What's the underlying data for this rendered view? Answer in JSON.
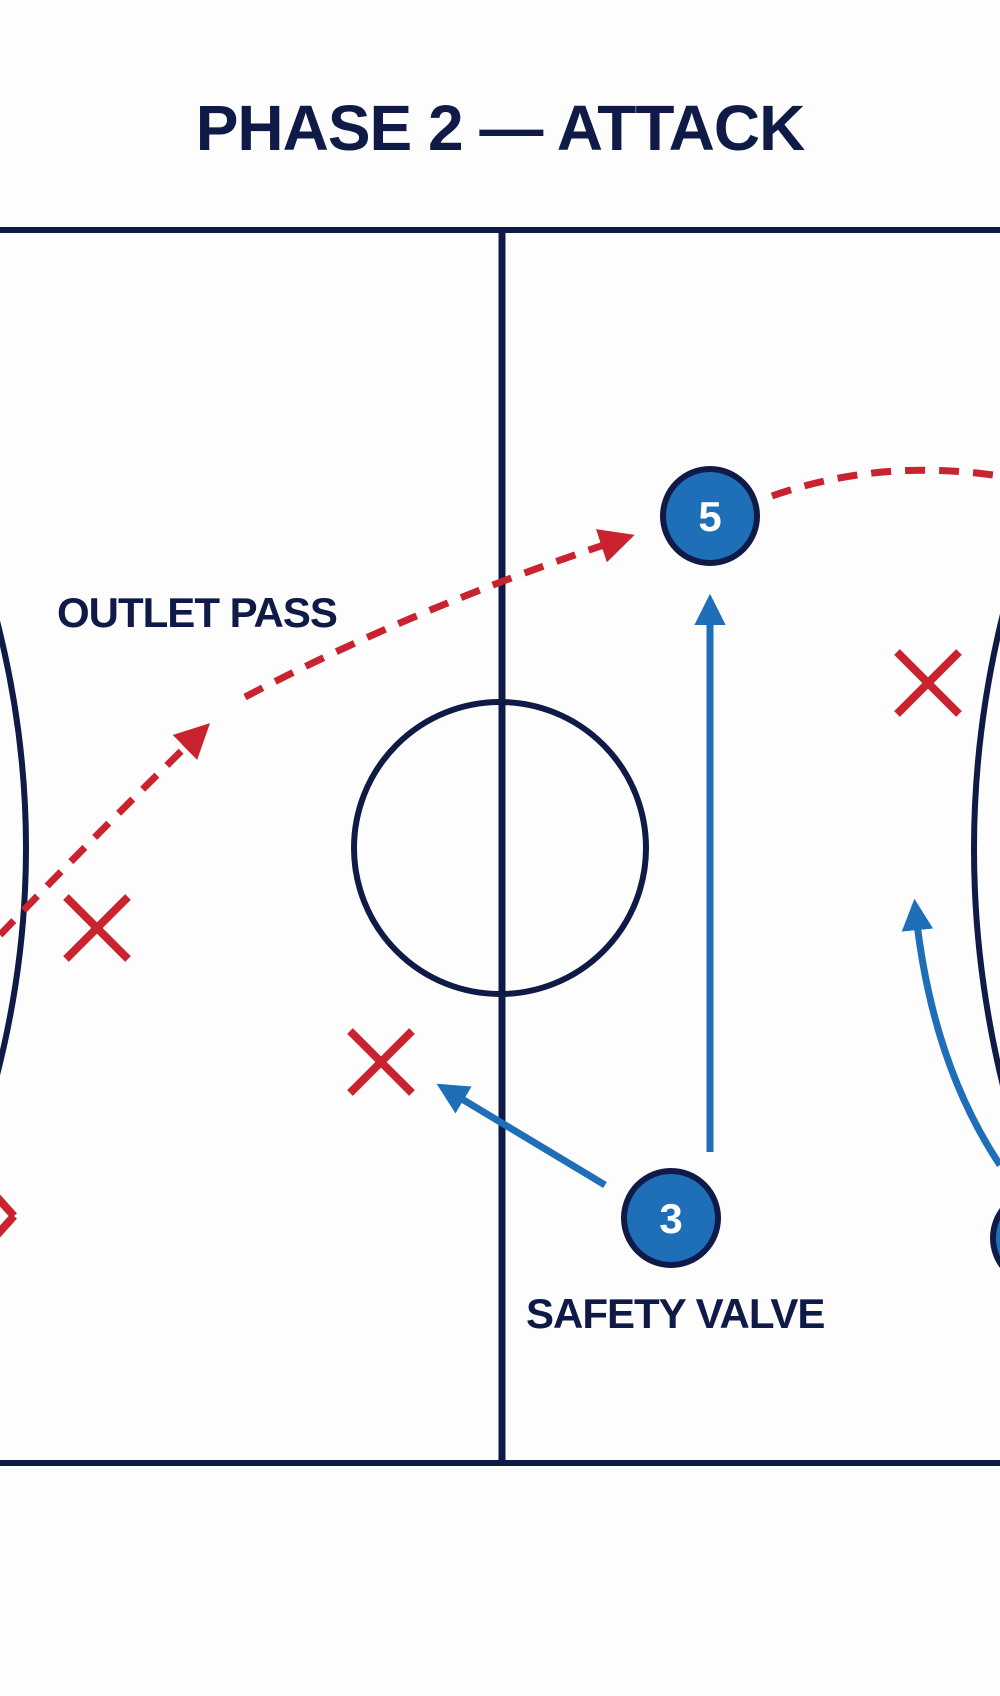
{
  "title": "PHASE 2 — ATTACK",
  "labels": {
    "outlet_pass": "OUTLET PASS",
    "safety_valve": "SAFETY VALVE"
  },
  "players": [
    {
      "id": "player-5",
      "number": "5"
    },
    {
      "id": "player-3",
      "number": "3"
    }
  ],
  "colors": {
    "court_lines": "#0f1a47",
    "offense": "#1f6fb8",
    "defense": "#c8232f",
    "background": "#fdfdfd"
  },
  "legend_symbols": {
    "offense": "numbered-circle",
    "defense": "x-mark"
  }
}
